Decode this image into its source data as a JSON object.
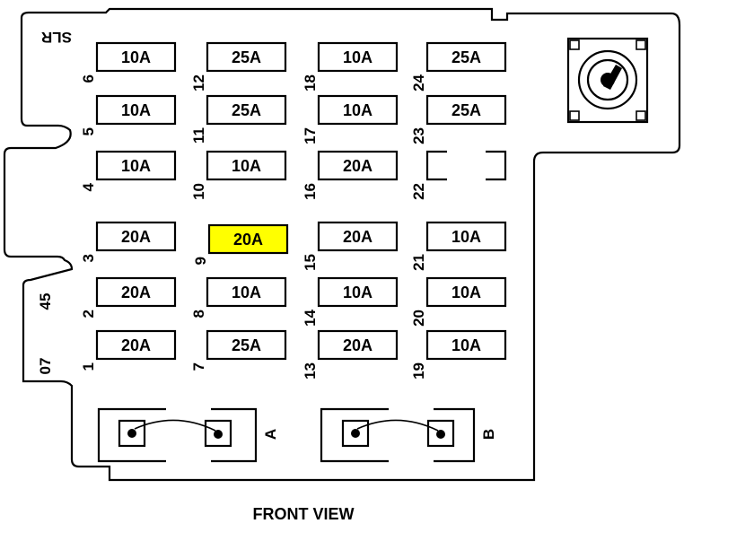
{
  "caption": "FRONT VIEW",
  "corner_label": "SLR",
  "side_labels": [
    "45",
    "07"
  ],
  "highlight_color": "#ffff00",
  "relays": [
    {
      "label": "A"
    },
    {
      "label": "B"
    }
  ],
  "fuses": [
    {
      "slot": "1",
      "rating": "20A"
    },
    {
      "slot": "2",
      "rating": "20A"
    },
    {
      "slot": "3",
      "rating": "20A"
    },
    {
      "slot": "4",
      "rating": "10A"
    },
    {
      "slot": "5",
      "rating": "10A"
    },
    {
      "slot": "6",
      "rating": "10A"
    },
    {
      "slot": "7",
      "rating": "25A"
    },
    {
      "slot": "8",
      "rating": "10A"
    },
    {
      "slot": "9",
      "rating": "20A",
      "highlighted": true
    },
    {
      "slot": "10",
      "rating": "10A"
    },
    {
      "slot": "11",
      "rating": "25A"
    },
    {
      "slot": "12",
      "rating": "25A"
    },
    {
      "slot": "13",
      "rating": "20A"
    },
    {
      "slot": "14",
      "rating": "10A"
    },
    {
      "slot": "15",
      "rating": "20A"
    },
    {
      "slot": "16",
      "rating": "20A"
    },
    {
      "slot": "17",
      "rating": "10A"
    },
    {
      "slot": "18",
      "rating": "10A"
    },
    {
      "slot": "19",
      "rating": "10A"
    },
    {
      "slot": "20",
      "rating": "10A"
    },
    {
      "slot": "21",
      "rating": "10A"
    },
    {
      "slot": "22",
      "rating": ""
    },
    {
      "slot": "23",
      "rating": "25A"
    },
    {
      "slot": "24",
      "rating": "25A"
    }
  ]
}
